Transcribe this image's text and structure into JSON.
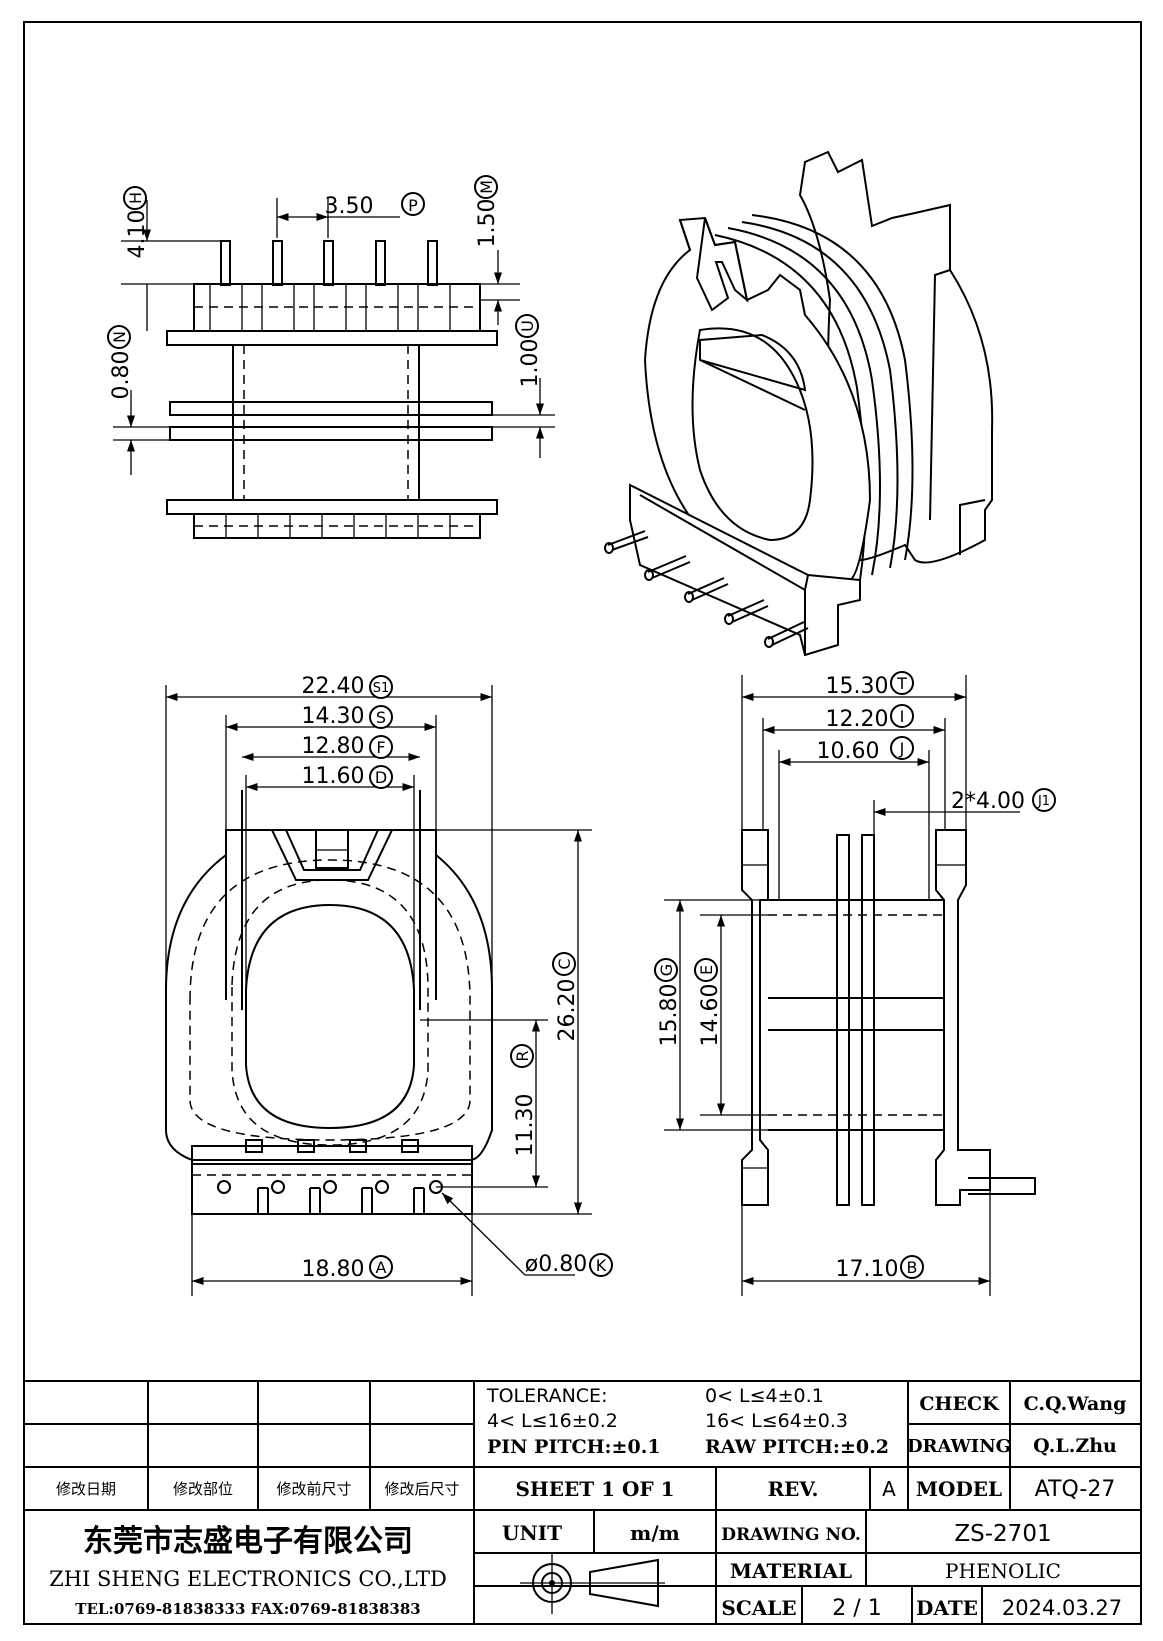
{
  "dimensions": {
    "P": {
      "value": "3.50",
      "tag": "P"
    },
    "H": {
      "value": "4.10",
      "tag": "H"
    },
    "M": {
      "value": "1.50",
      "tag": "M"
    },
    "N": {
      "value": "0.80",
      "tag": "N"
    },
    "U": {
      "value": "1.00",
      "tag": "U"
    },
    "S1": {
      "value": "22.40",
      "tag": "S1"
    },
    "S": {
      "value": "14.30",
      "tag": "S"
    },
    "F": {
      "value": "12.80",
      "tag": "F"
    },
    "D": {
      "value": "11.60",
      "tag": "D"
    },
    "C": {
      "value": "26.20",
      "tag": "C"
    },
    "R": {
      "value": "11.30",
      "tag": "R"
    },
    "A": {
      "value": "18.80",
      "tag": "A"
    },
    "K": {
      "value": "ø0.80",
      "tag": "K"
    },
    "T": {
      "value": "15.30",
      "tag": "T"
    },
    "I": {
      "value": "12.20",
      "tag": "I"
    },
    "J": {
      "value": "10.60",
      "tag": "J"
    },
    "J1": {
      "value": "2*4.00",
      "tag": "J1"
    },
    "G": {
      "value": "15.80",
      "tag": "G"
    },
    "E": {
      "value": "14.60",
      "tag": "E"
    },
    "B": {
      "value": "17.10",
      "tag": "B"
    }
  },
  "title_block": {
    "tolerance_label": "TOLERANCE:",
    "tol_1": "0< L≤4±0.1",
    "tol_2": "4< L≤16±0.2",
    "tol_3": "16< L≤64±0.3",
    "pin_pitch": "PIN PITCH:±0.1",
    "raw_pitch": "RAW PITCH:±0.2",
    "check_label": "CHECK",
    "check_value": "C.Q.Wang",
    "drawing_label": "DRAWING",
    "drawing_value": "Q.L.Zhu",
    "rev_date_label": "修改日期",
    "rev_part_label": "修改部位",
    "rev_before_label": "修改前尺寸",
    "rev_after_label": "修改后尺寸",
    "sheet": "SHEET 1 OF 1",
    "rev_label": "REV.",
    "rev_value": "A",
    "model_label": "MODEL",
    "model_value": "ATQ-27",
    "company_cn": "东莞市志盛电子有限公司",
    "company_en": "ZHI SHENG  ELECTRONICS CO.,LTD",
    "contact": "TEL:0769-81838333 FAX:0769-81838383",
    "unit_label": "UNIT",
    "unit_value": "m/m",
    "drawing_no_label": "DRAWING NO.",
    "drawing_no_value": "ZS-2701",
    "material_label": "MATERIAL",
    "material_value": "PHENOLIC",
    "scale_label": "SCALE",
    "scale_value": "2 / 1",
    "date_label": "DATE",
    "date_value": "2024.03.27"
  }
}
